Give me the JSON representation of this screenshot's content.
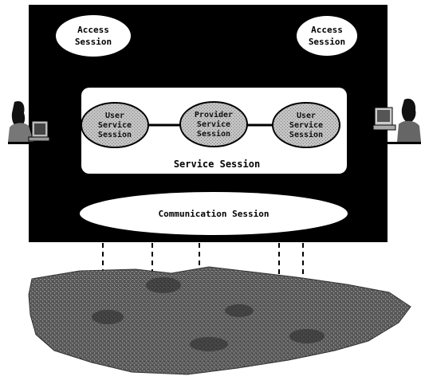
{
  "diagram": {
    "access_session_left": [
      "Access",
      "Session"
    ],
    "access_session_right": [
      "Access",
      "Session"
    ],
    "user_service_session_left": [
      "User",
      "Service",
      "Session"
    ],
    "provider_service_session": [
      "Provider",
      "Service",
      "Session"
    ],
    "user_service_session_right": [
      "User",
      "Service",
      "Session"
    ],
    "service_session_label": "Service Session",
    "communication_session_label": "Communication Session"
  },
  "colors": {
    "background": "#ffffff",
    "frame": "#000000",
    "ellipse": "#ffffff",
    "session_oval_fill": "#bdbdbd",
    "network_cloud": "#6e6e6e"
  },
  "icons": {
    "left_user": "person-at-computer-icon",
    "right_user": "person-at-computer-icon"
  }
}
